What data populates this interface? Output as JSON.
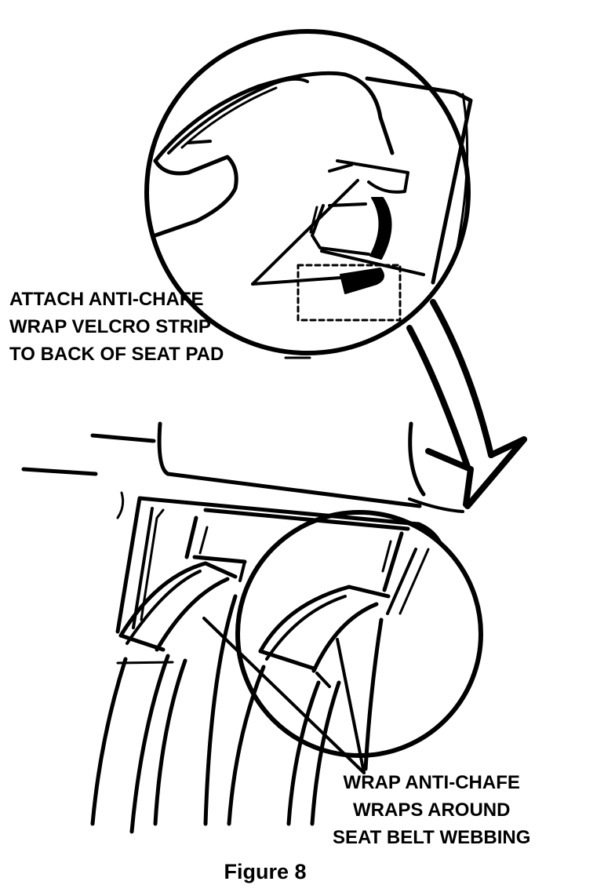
{
  "callouts": {
    "top": [
      "ATTACH ANTI-CHAFE",
      "WRAP VELCRO STRIP",
      "TO BACK OF SEAT PAD"
    ],
    "bottom": [
      "WRAP ANTI-CHAFE",
      "WRAPS AROUND",
      "SEAT BELT WEBBING"
    ]
  },
  "figure_caption": "Figure 8",
  "colors": {
    "ink": "#000000",
    "paper": "#ffffff"
  }
}
